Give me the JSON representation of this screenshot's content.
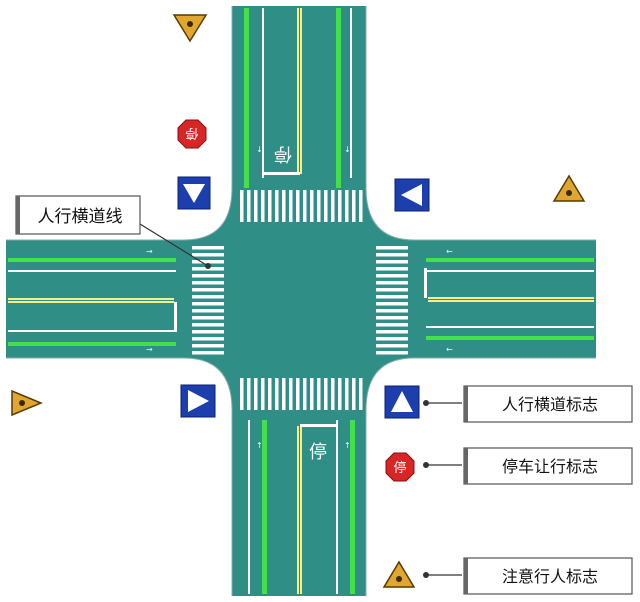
{
  "labels": {
    "crosswalk_line": "人行横道线",
    "crosswalk_sign": "人行横道标志",
    "stop_yield_sign": "停车让行标志",
    "pedestrian_caution_sign": "注意行人标志"
  },
  "road_text": {
    "stop_glyph": "停"
  },
  "sign_text": {
    "stop": "停"
  },
  "colors": {
    "road": "#2f8f87",
    "green_line": "#43e04b",
    "yellow_line": "#f3ef8c",
    "white": "#ffffff",
    "sign_blue": "#1d3fae",
    "sign_red": "#d62626",
    "sign_yellow": "#e0a630"
  }
}
